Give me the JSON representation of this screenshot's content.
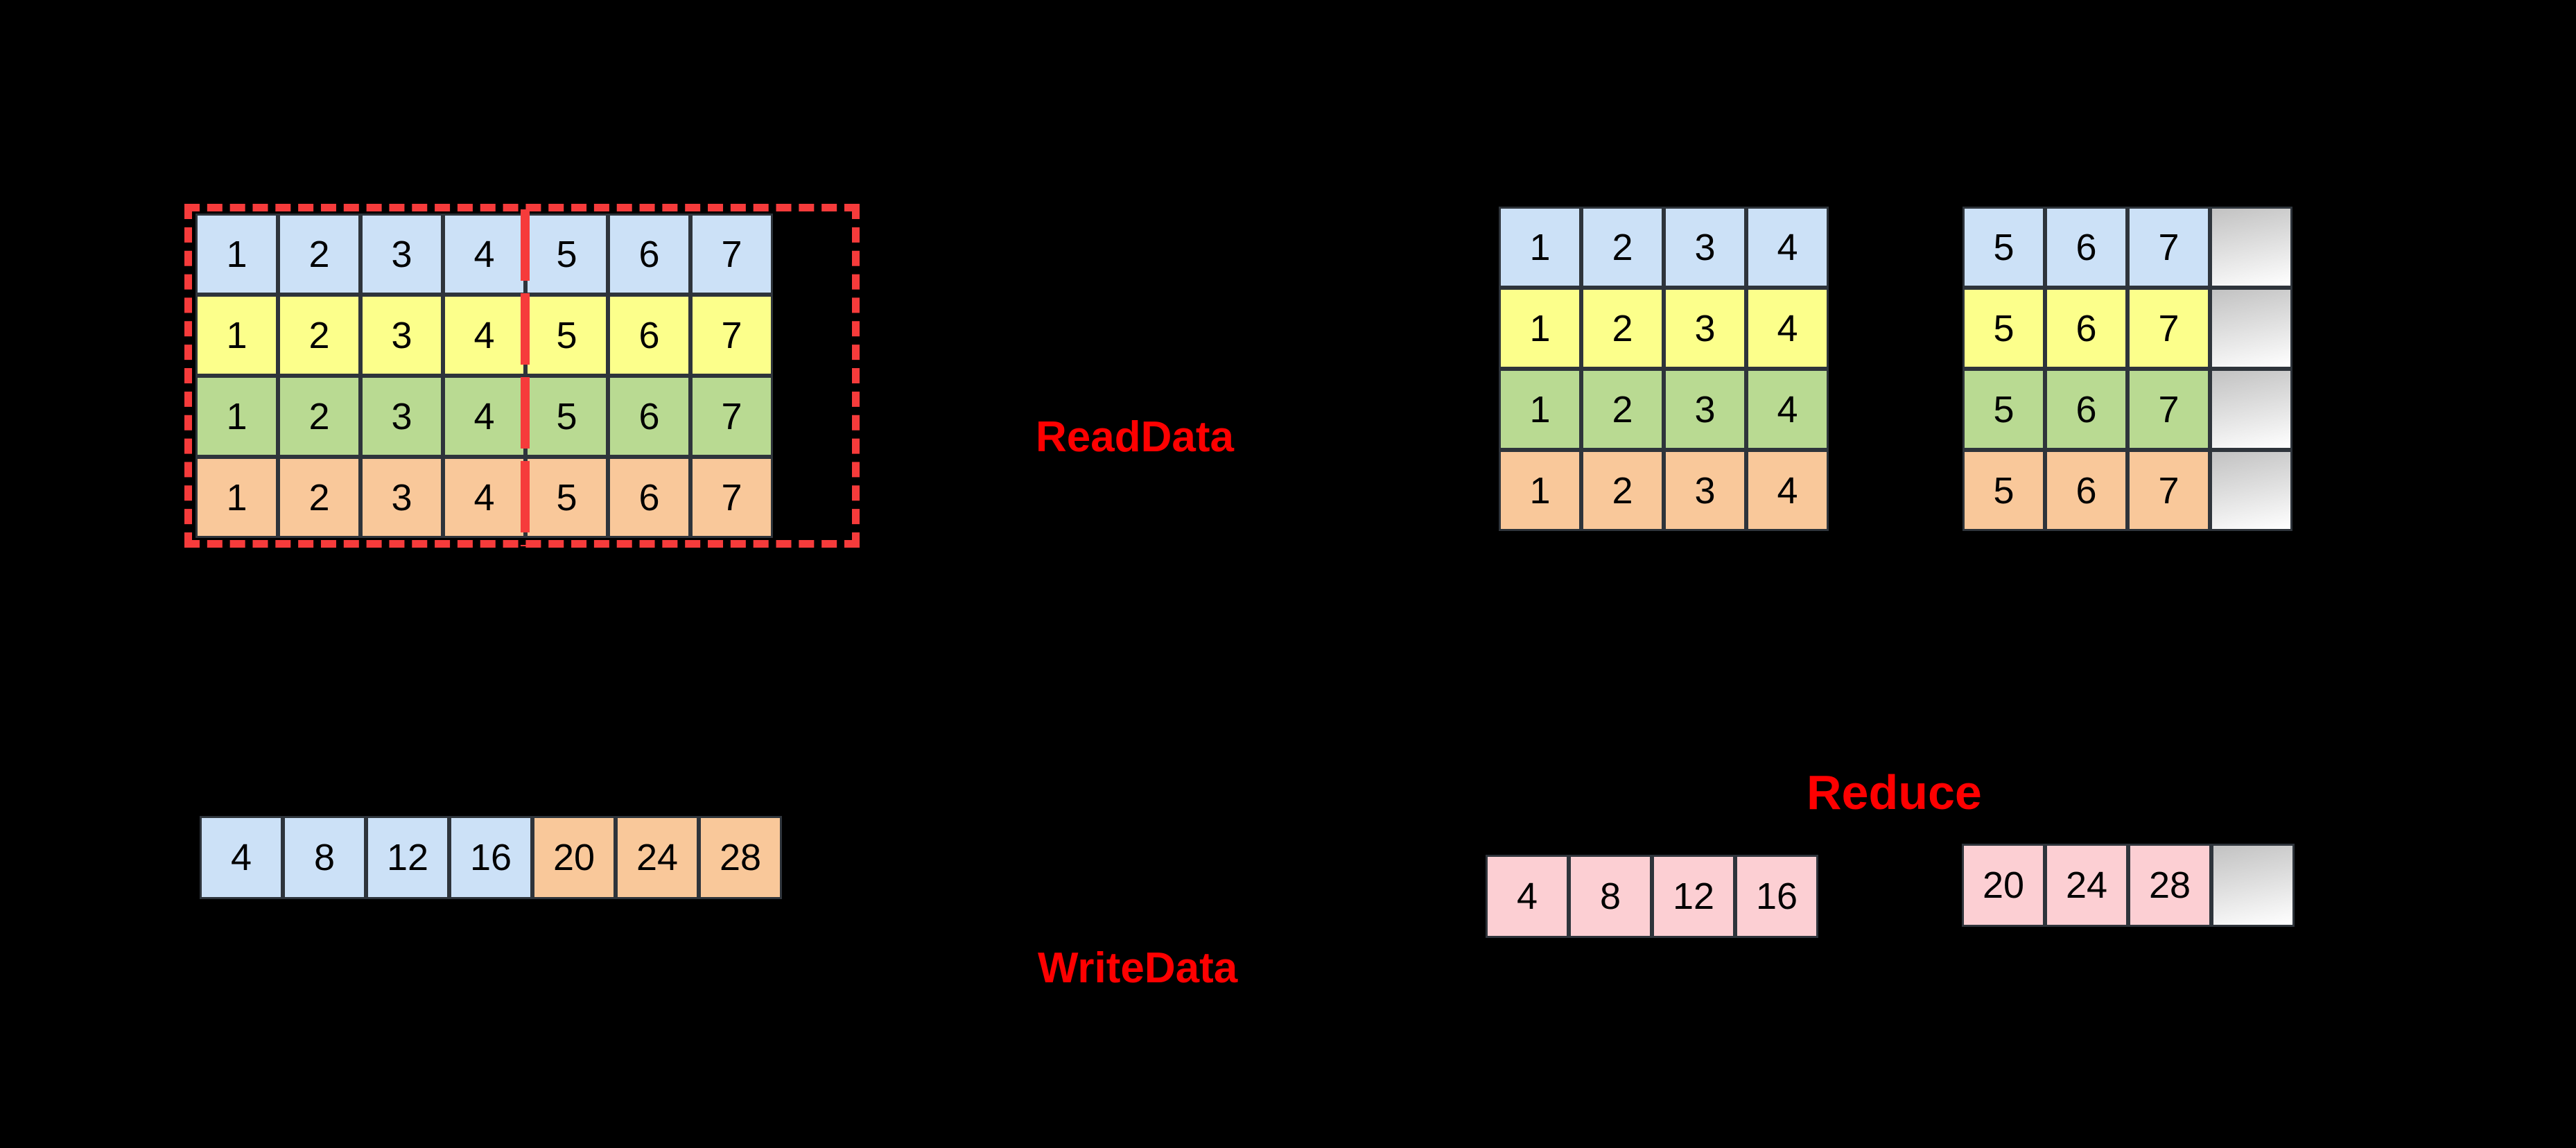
{
  "diagram": {
    "background": "#000000",
    "label_color": "#fe0000",
    "labels": {
      "read": "ReadData",
      "write": "WriteData",
      "reduce": "Reduce"
    },
    "colors": {
      "row_colors": [
        "#cce1f7",
        "#fcff8b",
        "#b9da92",
        "#f9c89a"
      ],
      "blue": "#cce1f7",
      "yellow": "#fcff8b",
      "green": "#b9da92",
      "orange": "#f9c89a",
      "pink": "#fccfd3",
      "border": "#2e343b",
      "dashed_red": "#f63b3b",
      "gradient_start": "#c2c2c2",
      "gradient_end": "#ffffff"
    },
    "source_matrix": {
      "values": [
        [
          1,
          2,
          3,
          4,
          5,
          6,
          7
        ],
        [
          1,
          2,
          3,
          4,
          5,
          6,
          7
        ],
        [
          1,
          2,
          3,
          4,
          5,
          6,
          7
        ],
        [
          1,
          2,
          3,
          4,
          5,
          6,
          7
        ]
      ]
    },
    "block_left": {
      "values": [
        [
          1,
          2,
          3,
          4
        ],
        [
          1,
          2,
          3,
          4
        ],
        [
          1,
          2,
          3,
          4
        ],
        [
          1,
          2,
          3,
          4
        ]
      ]
    },
    "block_right": {
      "values": [
        [
          5,
          6,
          7,
          null
        ],
        [
          5,
          6,
          7,
          null
        ],
        [
          5,
          6,
          7,
          null
        ],
        [
          5,
          6,
          7,
          null
        ]
      ]
    },
    "write_row": {
      "values": [
        4,
        8,
        12,
        16,
        20,
        24,
        28
      ],
      "cell_colors": [
        "blue",
        "blue",
        "blue",
        "blue",
        "orange",
        "orange",
        "orange"
      ]
    },
    "reduce_row_left": {
      "values": [
        [
          4,
          8,
          12,
          16
        ]
      ]
    },
    "reduce_row_right": {
      "values": [
        [
          20,
          24,
          28,
          null
        ]
      ]
    }
  }
}
